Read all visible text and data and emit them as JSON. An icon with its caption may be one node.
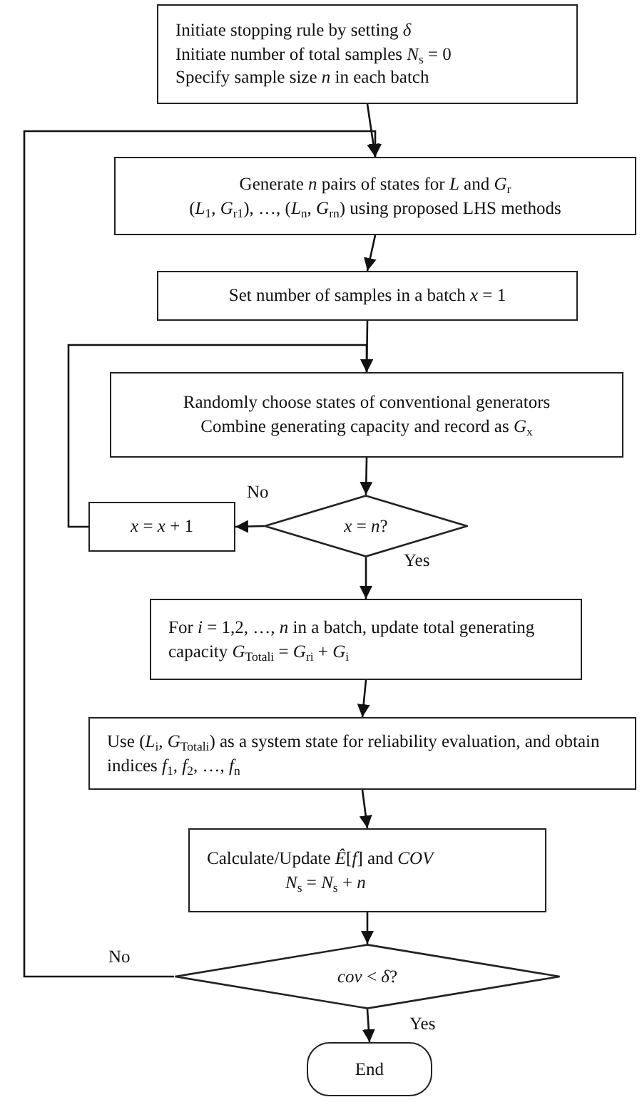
{
  "diagram": {
    "nodes": [
      {
        "text": [
          "Initiate stopping rule by setting *δ*",
          "Initiate number of total samples *N*$_{s}$ = 0",
          "Specify sample size *n* in each batch"
        ]
      },
      {
        "text": [
          "Generate *n* pairs of states for *L* and *G*$_{r}$",
          "(*L*$_{1}$, *G*$_{r1}$), …, (*L*$_{n}$, *G*$_{rn}$) using proposed LHS methods"
        ]
      },
      {
        "text": [
          "Set number of samples in a batch *x* = 1"
        ]
      },
      {
        "text": [
          "Randomly choose states of conventional generators",
          "Combine generating capacity and record as  *G*$_{x}$"
        ]
      },
      {
        "text": [
          "*x* = *n*?"
        ]
      },
      {
        "text": [
          "*x* = *x* + 1"
        ]
      },
      {
        "text": [
          "For *i* = 1,2, …, *n* in a batch, update total generating capacity *G*$_{Totali}$ = *G*$_{ri}$ + *G*$_{i}$"
        ]
      },
      {
        "text": [
          "Use (*L*$_{i}$, *G*$_{Totali}$) as a system state for reliability evaluation, and obtain indices *f*$_{1}$, *f*$_{2}$, …, *f*$_{n}$"
        ]
      },
      {
        "text": [
          "Calculate/Update *Ê*[*f*] and *COV*",
          "*N*$_{s}$ = *N*$_{s}$ + *n*"
        ]
      },
      {
        "text": [
          "*cov* < *δ*?"
        ]
      },
      {
        "text": [
          "End"
        ]
      }
    ],
    "edges": [
      {
        "from": 0,
        "to": 1,
        "arrow": "to"
      },
      {
        "from": 1,
        "to": 2,
        "arrow": "to"
      },
      {
        "from": 2,
        "to": 3,
        "arrow": "to"
      },
      {
        "from": 3,
        "to": 4,
        "arrow": "to"
      },
      {
        "from": 4,
        "to": 5,
        "arrow": "to",
        "label": "No"
      },
      {
        "from": 5,
        "to": 3,
        "arrow": "to"
      },
      {
        "from": 4,
        "to": 6,
        "arrow": "to",
        "label": "Yes"
      },
      {
        "from": 6,
        "to": 7,
        "arrow": "to"
      },
      {
        "from": 7,
        "to": 8,
        "arrow": "to"
      },
      {
        "from": 8,
        "to": 9,
        "arrow": "to"
      },
      {
        "from": 9,
        "to": 10,
        "arrow": "to",
        "label": "Yes"
      },
      {
        "from": 9,
        "to": 1,
        "arrow": "to",
        "label": "No"
      }
    ]
  }
}
